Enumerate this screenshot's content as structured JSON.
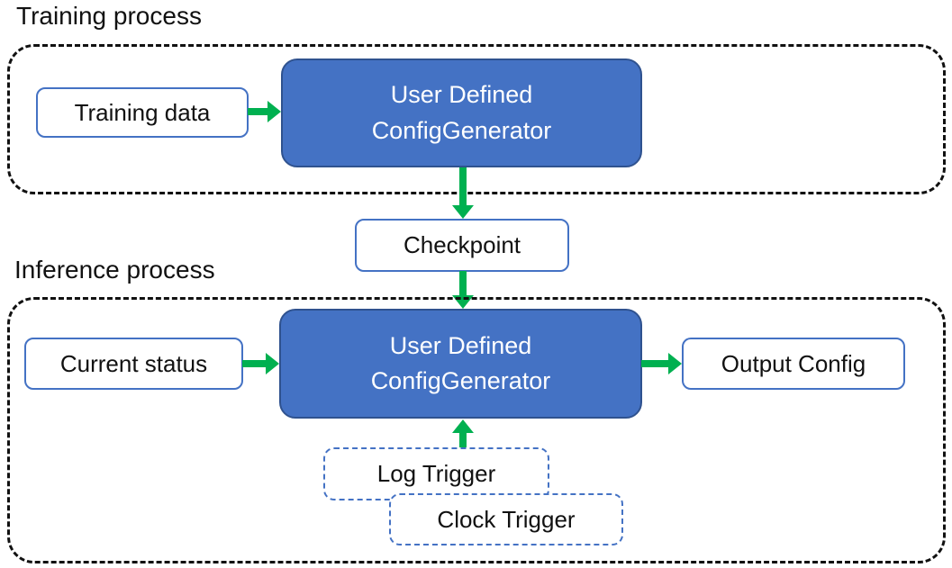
{
  "diagram": {
    "training": {
      "title": "Training process",
      "input_label": "Training data",
      "generator_line1": "User Defined",
      "generator_line2": "ConfigGenerator"
    },
    "checkpoint_label": "Checkpoint",
    "inference": {
      "title": "Inference process",
      "input_label": "Current status",
      "generator_line1": "User Defined",
      "generator_line2": "ConfigGenerator",
      "output_label": "Output Config",
      "log_trigger_label": "Log Trigger",
      "clock_trigger_label": "Clock Trigger"
    },
    "edges": [
      {
        "from": "training-data",
        "to": "training-generator",
        "direction": "right"
      },
      {
        "from": "training-generator",
        "to": "checkpoint",
        "direction": "down"
      },
      {
        "from": "checkpoint",
        "to": "inference-generator",
        "direction": "down"
      },
      {
        "from": "current-status",
        "to": "inference-generator",
        "direction": "right"
      },
      {
        "from": "inference-generator",
        "to": "output-config",
        "direction": "right"
      },
      {
        "from": "log-trigger",
        "to": "inference-generator",
        "direction": "up"
      }
    ],
    "colors": {
      "generator_fill": "#4472C4",
      "generator_border": "#2F528F",
      "box_border_blue": "#4472C4",
      "arrow_green": "#00B050",
      "container_dash": "#111111",
      "text_dark": "#111111",
      "text_white": "#ffffff"
    }
  }
}
